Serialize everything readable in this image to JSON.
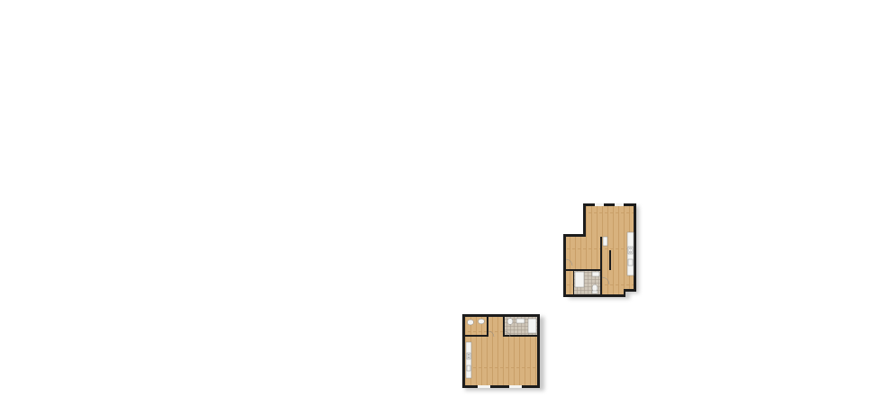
{
  "colors": {
    "background": "#ffffff",
    "wall": "#1c1c1c",
    "floor_wood": "#d8b27e",
    "floor_wood_dark": "#c99f68",
    "floor_tile": "#cfc6b8",
    "tile_grout": "#a89f92",
    "fixture": "#f4f4f2",
    "fixture_outline": "#8a8a8a",
    "shadow": "#9a9a9a"
  },
  "floor_plans": [
    {
      "id": "unit-a",
      "rooms": [
        "living-kitchen",
        "bedroom",
        "bathroom",
        "closet"
      ],
      "fixtures": [
        "toilet",
        "bathtub",
        "sink",
        "kitchen-counter",
        "range",
        "kitchen-sink"
      ]
    },
    {
      "id": "unit-b",
      "rooms": [
        "studio",
        "bathroom",
        "kitchen"
      ],
      "fixtures": [
        "toilet",
        "sink",
        "shower",
        "kitchen-counter",
        "range",
        "kitchen-sink"
      ]
    }
  ]
}
